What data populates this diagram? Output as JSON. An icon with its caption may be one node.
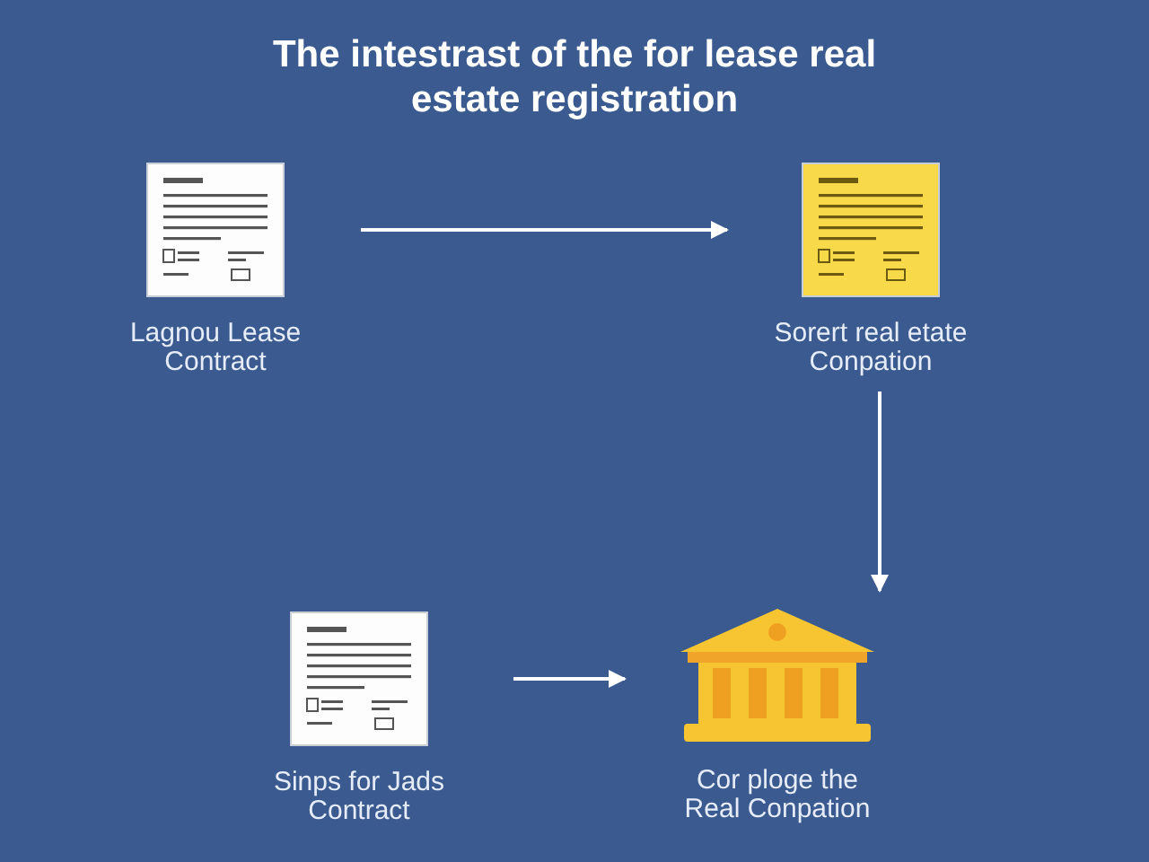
{
  "diagram": {
    "title": "The intestrast of the for lease real estate registration",
    "nodes": [
      {
        "text": [
          "Lagnou Lease Contract"
        ]
      },
      {
        "text": [
          "Sorert real etate Conpation"
        ]
      },
      {
        "text": [
          "Sinps for Jads Contract"
        ]
      },
      {
        "text": [
          "Cor ploge the Real Conpation"
        ]
      }
    ],
    "edges": [
      {
        "from": 0,
        "to": 1,
        "arrow": "to"
      },
      {
        "from": 1,
        "to": 3,
        "arrow": "to"
      },
      {
        "from": 2,
        "to": 3,
        "arrow": "to"
      }
    ]
  }
}
